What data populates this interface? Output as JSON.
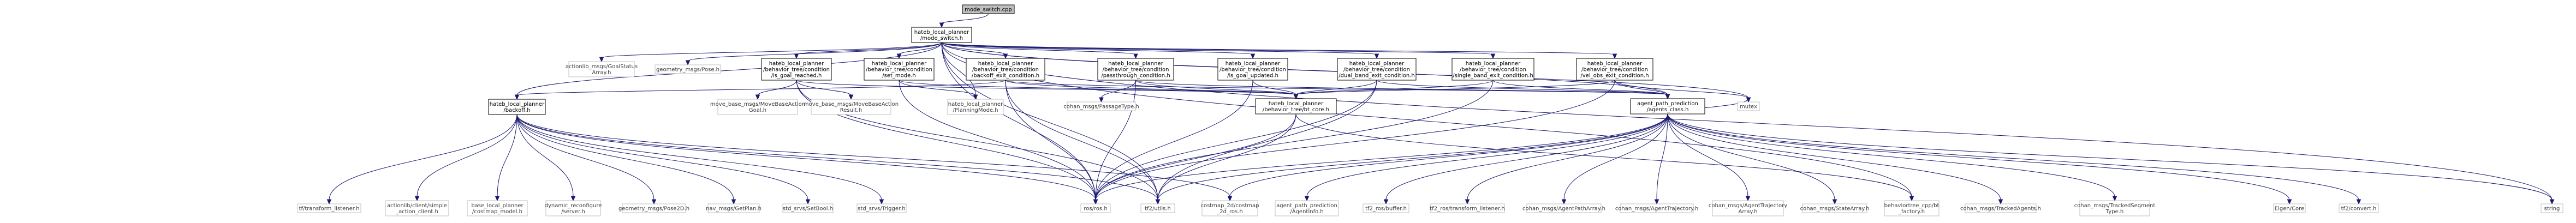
{
  "graph": {
    "nodes": [
      {
        "id": "mode_switch_cpp",
        "lines": [
          "mode_switch.cpp"
        ],
        "style": "root"
      },
      {
        "id": "mode_switch_h",
        "lines": [
          "hateb_local_planner",
          "/mode_switch.h"
        ],
        "style": "normal"
      },
      {
        "id": "goalstatusarray",
        "lines": [
          "actionlib_msgs/GoalStatus",
          "Array.h"
        ],
        "style": "grey"
      },
      {
        "id": "pose_h",
        "lines": [
          "geometry_msgs/Pose.h"
        ],
        "style": "grey"
      },
      {
        "id": "is_goal_reached",
        "lines": [
          "hateb_local_planner",
          "/behavior_tree/condition",
          "/is_goal_reached.h"
        ],
        "style": "normal"
      },
      {
        "id": "set_mode",
        "lines": [
          "hateb_local_planner",
          "/behavior_tree/condition",
          "/set_mode.h"
        ],
        "style": "normal"
      },
      {
        "id": "backoff_exit",
        "lines": [
          "hateb_local_planner",
          "/behavior_tree/condition",
          "/backoff_exit_condition.h"
        ],
        "style": "normal"
      },
      {
        "id": "passthrough",
        "lines": [
          "hateb_local_planner",
          "/behavior_tree/condition",
          "/passthrough_condition.h"
        ],
        "style": "normal"
      },
      {
        "id": "is_goal_updated",
        "lines": [
          "hateb_local_planner",
          "/behavior_tree/condition",
          "/is_goal_updated.h"
        ],
        "style": "normal"
      },
      {
        "id": "dual_band_exit",
        "lines": [
          "hateb_local_planner",
          "/behavior_tree/condition",
          "/dual_band_exit_condition.h"
        ],
        "style": "normal"
      },
      {
        "id": "single_band_exit",
        "lines": [
          "hateb_local_planner",
          "/behavior_tree/condition",
          "/single_band_exit_condition.h"
        ],
        "style": "normal"
      },
      {
        "id": "vel_obs_exit",
        "lines": [
          "hateb_local_planner",
          "/behavior_tree/condition",
          "/vel_obs_exit_condition.h"
        ],
        "style": "normal"
      },
      {
        "id": "backoff_h",
        "lines": [
          "hateb_local_planner",
          "/backoff.h"
        ],
        "style": "normal"
      },
      {
        "id": "movebaseactiongoal",
        "lines": [
          "move_base_msgs/MoveBaseAction",
          "Goal.h"
        ],
        "style": "grey"
      },
      {
        "id": "movebaseactionresult",
        "lines": [
          "move_base_msgs/MoveBaseAction",
          "Result.h"
        ],
        "style": "grey"
      },
      {
        "id": "planningmode",
        "lines": [
          "hateb_local_planner",
          "/PlanningMode.h"
        ],
        "style": "grey"
      },
      {
        "id": "passagetype",
        "lines": [
          "cohan_msgs/PassageType.h"
        ],
        "style": "grey"
      },
      {
        "id": "bt_core",
        "lines": [
          "hateb_local_planner",
          "/behavior_tree/bt_core.h"
        ],
        "style": "normal"
      },
      {
        "id": "agents_class",
        "lines": [
          "agent_path_prediction",
          "/agents_class.h"
        ],
        "style": "normal"
      },
      {
        "id": "mutex",
        "lines": [
          "mutex"
        ],
        "style": "grey"
      },
      {
        "id": "string",
        "lines": [
          "string"
        ],
        "style": "grey"
      },
      {
        "id": "tf_transform_listener",
        "lines": [
          "tf/transform_listener.h"
        ],
        "style": "grey"
      },
      {
        "id": "simple_action_client",
        "lines": [
          "actionlib/client/simple",
          "_action_client.h"
        ],
        "style": "grey"
      },
      {
        "id": "costmap_model",
        "lines": [
          "base_local_planner",
          "/costmap_model.h"
        ],
        "style": "grey"
      },
      {
        "id": "dynamic_reconfigure",
        "lines": [
          "dynamic_reconfigure",
          "/server.h"
        ],
        "style": "grey"
      },
      {
        "id": "pose2d",
        "lines": [
          "geometry_msgs/Pose2D.h"
        ],
        "style": "grey"
      },
      {
        "id": "getplan",
        "lines": [
          "nav_msgs/GetPlan.h"
        ],
        "style": "grey"
      },
      {
        "id": "setbool",
        "lines": [
          "std_srvs/SetBool.h"
        ],
        "style": "grey"
      },
      {
        "id": "trigger",
        "lines": [
          "std_srvs/Trigger.h"
        ],
        "style": "grey"
      },
      {
        "id": "ros_h",
        "lines": [
          "ros/ros.h"
        ],
        "style": "grey"
      },
      {
        "id": "tf2utils",
        "lines": [
          "tf2/utils.h"
        ],
        "style": "grey"
      },
      {
        "id": "costmap2d",
        "lines": [
          "costmap_2d/costmap",
          "_2d_ros.h"
        ],
        "style": "grey"
      },
      {
        "id": "agentinfo",
        "lines": [
          "agent_path_prediction",
          "/AgentInfo.h"
        ],
        "style": "grey"
      },
      {
        "id": "buffer",
        "lines": [
          "tf2_ros/buffer.h"
        ],
        "style": "grey"
      },
      {
        "id": "tf2_transform_listener",
        "lines": [
          "tf2_ros/transform_listener.h"
        ],
        "style": "grey"
      },
      {
        "id": "agentpatharray",
        "lines": [
          "cohan_msgs/AgentPathArray.h"
        ],
        "style": "grey"
      },
      {
        "id": "agenttrajectory",
        "lines": [
          "cohan_msgs/AgentTrajectory.h"
        ],
        "style": "grey"
      },
      {
        "id": "agenttrajectoryarray",
        "lines": [
          "cohan_msgs/AgentTrajectory",
          "Array.h"
        ],
        "style": "grey"
      },
      {
        "id": "statearray",
        "lines": [
          "cohan_msgs/StateArray.h"
        ],
        "style": "grey"
      },
      {
        "id": "bt_factory",
        "lines": [
          "behaviortree_cpp/bt",
          "_factory.h"
        ],
        "style": "grey"
      },
      {
        "id": "trackedagents",
        "lines": [
          "cohan_msgs/TrackedAgents.h"
        ],
        "style": "grey"
      },
      {
        "id": "trackedsegmenttype",
        "lines": [
          "cohan_msgs/TrackedSegment",
          "Type.h"
        ],
        "style": "grey"
      },
      {
        "id": "eigencore",
        "lines": [
          "Eigen/Core"
        ],
        "style": "grey"
      },
      {
        "id": "tf2convert",
        "lines": [
          "tf2/convert.h"
        ],
        "style": "grey"
      }
    ],
    "edges": [
      [
        "mode_switch_cpp",
        "mode_switch_h"
      ],
      [
        "mode_switch_h",
        "goalstatusarray"
      ],
      [
        "mode_switch_h",
        "pose_h"
      ],
      [
        "mode_switch_h",
        "is_goal_reached"
      ],
      [
        "mode_switch_h",
        "set_mode"
      ],
      [
        "mode_switch_h",
        "backoff_exit"
      ],
      [
        "mode_switch_h",
        "passthrough"
      ],
      [
        "mode_switch_h",
        "is_goal_updated"
      ],
      [
        "mode_switch_h",
        "dual_band_exit"
      ],
      [
        "mode_switch_h",
        "single_band_exit"
      ],
      [
        "mode_switch_h",
        "vel_obs_exit"
      ],
      [
        "mode_switch_h",
        "backoff_h"
      ],
      [
        "mode_switch_h",
        "mutex"
      ],
      [
        "mode_switch_h",
        "string"
      ],
      [
        "mode_switch_h",
        "bt_factory"
      ],
      [
        "mode_switch_h",
        "agents_class"
      ],
      [
        "mode_switch_h",
        "planningmode"
      ],
      [
        "mode_switch_h",
        "ros_h"
      ],
      [
        "mode_switch_h",
        "tf2utils"
      ],
      [
        "is_goal_reached",
        "movebaseactiongoal"
      ],
      [
        "is_goal_reached",
        "movebaseactionresult"
      ],
      [
        "is_goal_reached",
        "bt_core"
      ],
      [
        "is_goal_reached",
        "ros_h"
      ],
      [
        "is_goal_reached",
        "tf2utils"
      ],
      [
        "set_mode",
        "planningmode"
      ],
      [
        "set_mode",
        "bt_core"
      ],
      [
        "set_mode",
        "ros_h"
      ],
      [
        "backoff_exit",
        "backoff_h"
      ],
      [
        "backoff_exit",
        "bt_core"
      ],
      [
        "backoff_exit",
        "agents_class"
      ],
      [
        "backoff_exit",
        "ros_h"
      ],
      [
        "backoff_exit",
        "tf2utils"
      ],
      [
        "passthrough",
        "passagetype"
      ],
      [
        "passthrough",
        "bt_core"
      ],
      [
        "passthrough",
        "agents_class"
      ],
      [
        "passthrough",
        "ros_h"
      ],
      [
        "is_goal_updated",
        "bt_core"
      ],
      [
        "is_goal_updated",
        "ros_h"
      ],
      [
        "dual_band_exit",
        "bt_core"
      ],
      [
        "dual_band_exit",
        "agents_class"
      ],
      [
        "dual_band_exit",
        "ros_h"
      ],
      [
        "dual_band_exit",
        "tf2utils"
      ],
      [
        "single_band_exit",
        "bt_core"
      ],
      [
        "single_band_exit",
        "agents_class"
      ],
      [
        "single_band_exit",
        "ros_h"
      ],
      [
        "vel_obs_exit",
        "bt_core"
      ],
      [
        "vel_obs_exit",
        "agents_class"
      ],
      [
        "vel_obs_exit",
        "mutex"
      ],
      [
        "vel_obs_exit",
        "ros_h"
      ],
      [
        "backoff_h",
        "tf_transform_listener"
      ],
      [
        "backoff_h",
        "simple_action_client"
      ],
      [
        "backoff_h",
        "costmap_model"
      ],
      [
        "backoff_h",
        "dynamic_reconfigure"
      ],
      [
        "backoff_h",
        "pose2d"
      ],
      [
        "backoff_h",
        "getplan"
      ],
      [
        "backoff_h",
        "setbool"
      ],
      [
        "backoff_h",
        "trigger"
      ],
      [
        "backoff_h",
        "ros_h"
      ],
      [
        "backoff_h",
        "tf2utils"
      ],
      [
        "backoff_h",
        "costmap2d"
      ],
      [
        "bt_core",
        "ros_h"
      ],
      [
        "bt_core",
        "tf2utils"
      ],
      [
        "bt_core",
        "bt_factory"
      ],
      [
        "agents_class",
        "costmap2d"
      ],
      [
        "agents_class",
        "agentinfo"
      ],
      [
        "agents_class",
        "buffer"
      ],
      [
        "agents_class",
        "tf2_transform_listener"
      ],
      [
        "agents_class",
        "agentpatharray"
      ],
      [
        "agents_class",
        "agenttrajectory"
      ],
      [
        "agents_class",
        "agenttrajectoryarray"
      ],
      [
        "agents_class",
        "statearray"
      ],
      [
        "agents_class",
        "trackedagents"
      ],
      [
        "agents_class",
        "trackedsegmenttype"
      ],
      [
        "agents_class",
        "eigencore"
      ],
      [
        "agents_class",
        "tf2convert"
      ],
      [
        "agents_class",
        "mutex"
      ],
      [
        "agents_class",
        "string"
      ],
      [
        "agents_class",
        "ros_h"
      ],
      [
        "agents_class",
        "tf2utils"
      ]
    ]
  }
}
